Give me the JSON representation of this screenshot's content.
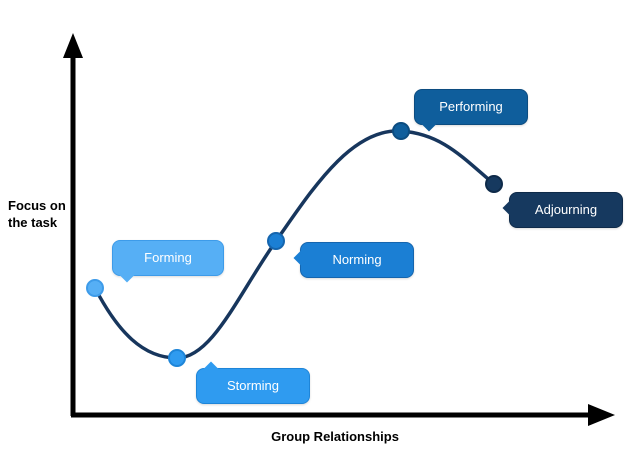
{
  "diagram": {
    "title_semantic": "Tuckman stages of group development curve",
    "y_axis_label": "Focus on the task",
    "x_axis_label": "Group Relationships",
    "axis_color": "#000000",
    "curve_color": "#17365D",
    "stages": [
      {
        "label": "Forming",
        "color": "#56AFF5",
        "border": "#3D9BE9"
      },
      {
        "label": "Storming",
        "color": "#2F9BF0",
        "border": "#1E85D8"
      },
      {
        "label": "Norming",
        "color": "#1B7FD4",
        "border": "#1565AE"
      },
      {
        "label": "Performing",
        "color": "#0F5E9C",
        "border": "#0C4C80"
      },
      {
        "label": "Adjourning",
        "color": "#16395F",
        "border": "#0E2A49"
      }
    ]
  }
}
